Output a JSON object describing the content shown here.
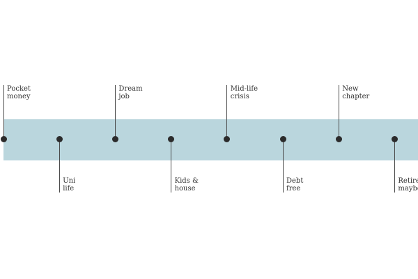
{
  "timeline": {
    "colors": {
      "band": "#bad6dd",
      "dot": "#2b2b2b",
      "stem": "#4a4a4a",
      "text": "#333333"
    },
    "milestones": [
      {
        "label": "Pocket\nmoney",
        "side": "above"
      },
      {
        "label": "Uni\nlife",
        "side": "below"
      },
      {
        "label": "Dream\njob",
        "side": "above"
      },
      {
        "label": "Kids &\nhouse",
        "side": "below"
      },
      {
        "label": "Mid-life\ncrisis",
        "side": "above"
      },
      {
        "label": "Debt\nfree",
        "side": "below"
      },
      {
        "label": "New\nchapter",
        "side": "above"
      },
      {
        "label": "Retire,\nmaybe",
        "side": "below"
      }
    ]
  }
}
